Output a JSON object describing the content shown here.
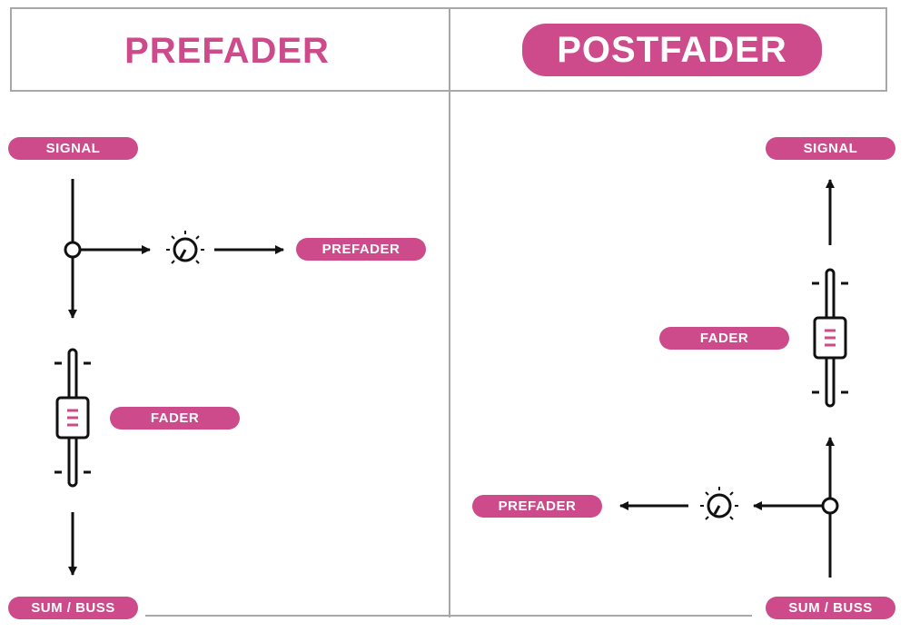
{
  "prefader_panel": {
    "title": "PREFADER",
    "labels": {
      "signal": "SIGNAL",
      "prefader": "PREFADER",
      "fader": "FADER",
      "sum_buss": "SUM / BUSS"
    }
  },
  "postfader_panel": {
    "title": "POSTFADER",
    "labels": {
      "signal": "SIGNAL",
      "fader": "FADER",
      "prefader": "PREFADER",
      "sum_buss": "SUM / BUSS"
    }
  },
  "colors": {
    "accent": "#cd4a8b",
    "line": "#111111",
    "divider": "#a8a8a8"
  },
  "icons": [
    "knob-icon",
    "fader-icon",
    "junction-node-icon",
    "arrow-icon"
  ]
}
